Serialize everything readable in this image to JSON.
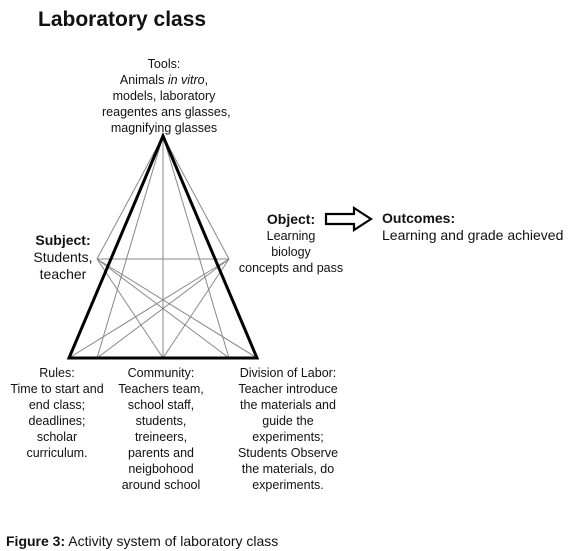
{
  "title": "Laboratory class",
  "tools": {
    "heading": "Tools:",
    "line1_pre": "Animals ",
    "line1_em": "in vitro",
    "line1_post": ",",
    "line2": "models, laboratory",
    "line3": "reagentes ans glasses,",
    "line4": "magnifying glasses"
  },
  "subject": {
    "heading": "Subject:",
    "line1": "Students,",
    "line2": "teacher"
  },
  "object": {
    "heading": "Object:",
    "line1": "Learning",
    "line2": "biology",
    "line3": "concepts and pass"
  },
  "outcomes": {
    "heading": "Outcomes:",
    "line1": "Learning and grade achieved"
  },
  "rules": {
    "heading": "Rules:",
    "line1": "Time to start and",
    "line2": "end class;",
    "line3": "deadlines;",
    "line4": "scholar",
    "line5": "curriculum."
  },
  "community": {
    "heading": "Community:",
    "line1": "Teachers team,",
    "line2": "school staff,",
    "line3": "students,",
    "line4": "treineers,",
    "line5": "parents and",
    "line6": "neigbohood",
    "line7": "around school"
  },
  "division": {
    "heading": "Division of Labor:",
    "line1": "Teacher introduce",
    "line2": "the materials and",
    "line3": "guide the",
    "line4": "experiments;",
    "line5": "Students Observe",
    "line6": "the materials, do",
    "line7": "experiments."
  },
  "caption": {
    "label": "Figure 3:",
    "text": " Activity system of laboratory class"
  }
}
